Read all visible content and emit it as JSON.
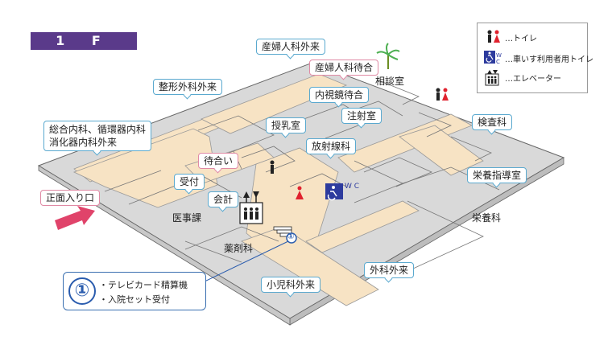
{
  "floor": {
    "label": "1 F"
  },
  "legend": {
    "toilet": "…トイレ",
    "wheelchair_toilet": "…車いす利用者用トイレ",
    "elevator": "…エレベーター",
    "wc_text": "W C"
  },
  "callouts": {
    "obstetrics_outpatient": "産婦人科外来",
    "obstetrics_waiting": "産婦人科待合",
    "orthopedics_outpatient": "整形外科外来",
    "endoscopy_waiting": "内視鏡待合",
    "nursing_room": "授乳室",
    "injection_room": "注射室",
    "internal_med_line1": "総合内科、循環器内科",
    "internal_med_line2": "消化器内科外来",
    "examination": "検査科",
    "waiting": "待合い",
    "radiology": "放射線科",
    "nutrition_guidance": "栄養指導室",
    "reception": "受付",
    "main_entrance": "正面入り口",
    "accounting": "会計",
    "surgery_outpatient": "外科外来",
    "pediatrics_outpatient": "小児科外来"
  },
  "rooms": {
    "consultation": "相談室",
    "medical_affairs": "医事課",
    "pharmacy": "薬剤科",
    "nutrition": "栄養科"
  },
  "info": {
    "marker": "①",
    "line1": "・テレビカード精算機",
    "line2": "・入院セット受付"
  },
  "colors": {
    "floor_badge": "#5a3a8a",
    "corridor": "#f7e3c4",
    "room": "#d9d9d9",
    "callout_border": "#5aa9cf",
    "waiting_border": "#e08aa5",
    "entrance_arrow": "#e0436a",
    "wheelchair_sign": "#2d3b9e"
  }
}
